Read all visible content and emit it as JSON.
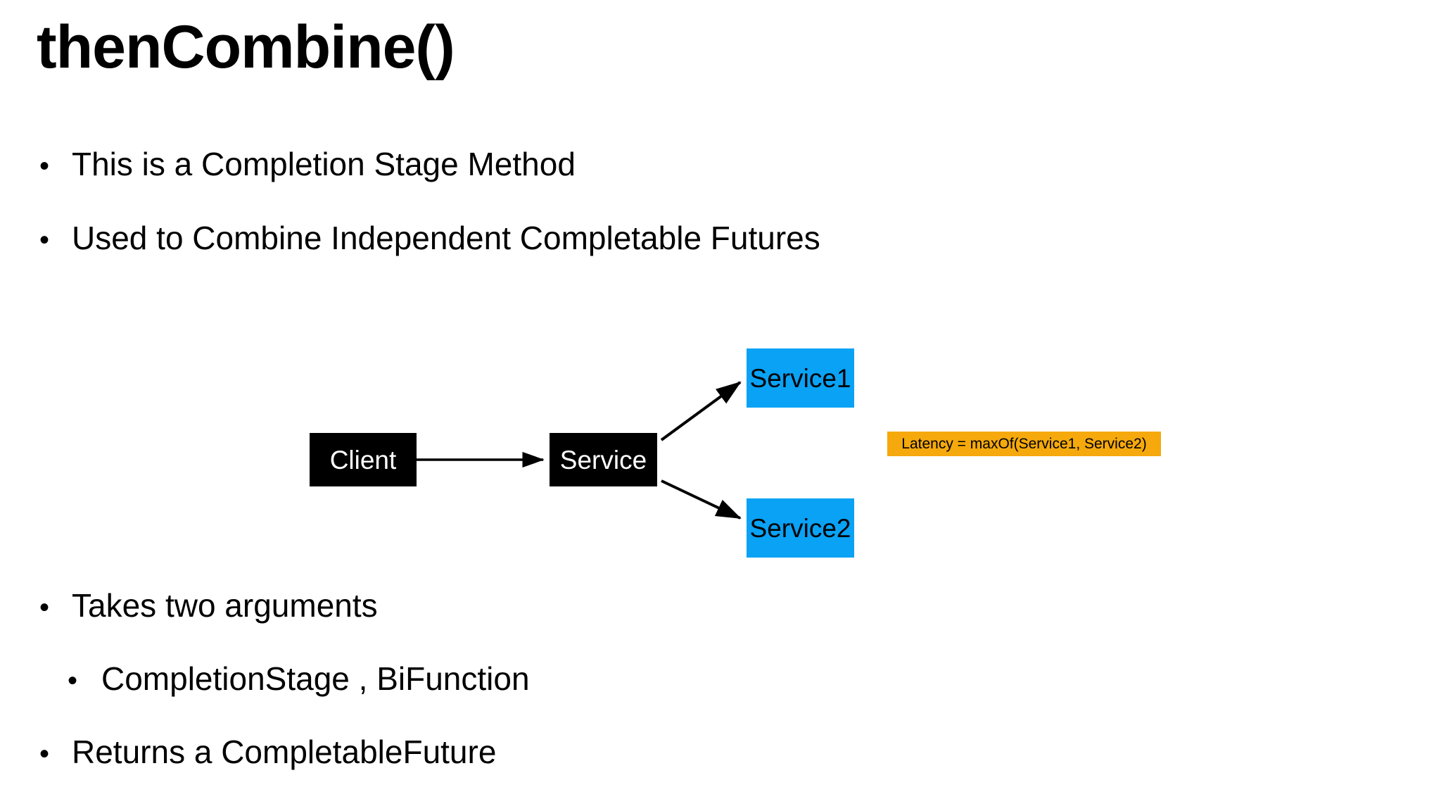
{
  "slide": {
    "title": "thenCombine()",
    "background_color": "#FFFFFF",
    "bullet_glyph": "•",
    "bullets_top": [
      {
        "text": "This is a Completion Stage Method",
        "level": 1
      },
      {
        "text": "Used to Combine Independent Completable Futures",
        "level": 1
      }
    ],
    "bullets_bottom": [
      {
        "text": "Takes two arguments",
        "level": 1
      },
      {
        "text": "CompletionStage , BiFunction",
        "level": 2
      },
      {
        "text": "Returns a CompletableFuture",
        "level": 1
      }
    ]
  },
  "diagram": {
    "type": "flow",
    "nodes": [
      {
        "id": "client",
        "label": "Client",
        "fill": "#000000",
        "text_color": "#FFFFFF"
      },
      {
        "id": "service",
        "label": "Service",
        "fill": "#000000",
        "text_color": "#FFFFFF"
      },
      {
        "id": "service1",
        "label": "Service1",
        "fill": "#09A2F5",
        "text_color": "#000000"
      },
      {
        "id": "service2",
        "label": "Service2",
        "fill": "#09A2F5",
        "text_color": "#000000"
      }
    ],
    "edges": [
      {
        "from": "client",
        "to": "service",
        "style": "arrow"
      },
      {
        "from": "service",
        "to": "service1",
        "style": "arrow"
      },
      {
        "from": "service",
        "to": "service2",
        "style": "arrow"
      }
    ],
    "annotation": {
      "text": "Latency = maxOf(Service1, Service2)",
      "fill": "#F5A90C",
      "text_color": "#000000"
    }
  }
}
